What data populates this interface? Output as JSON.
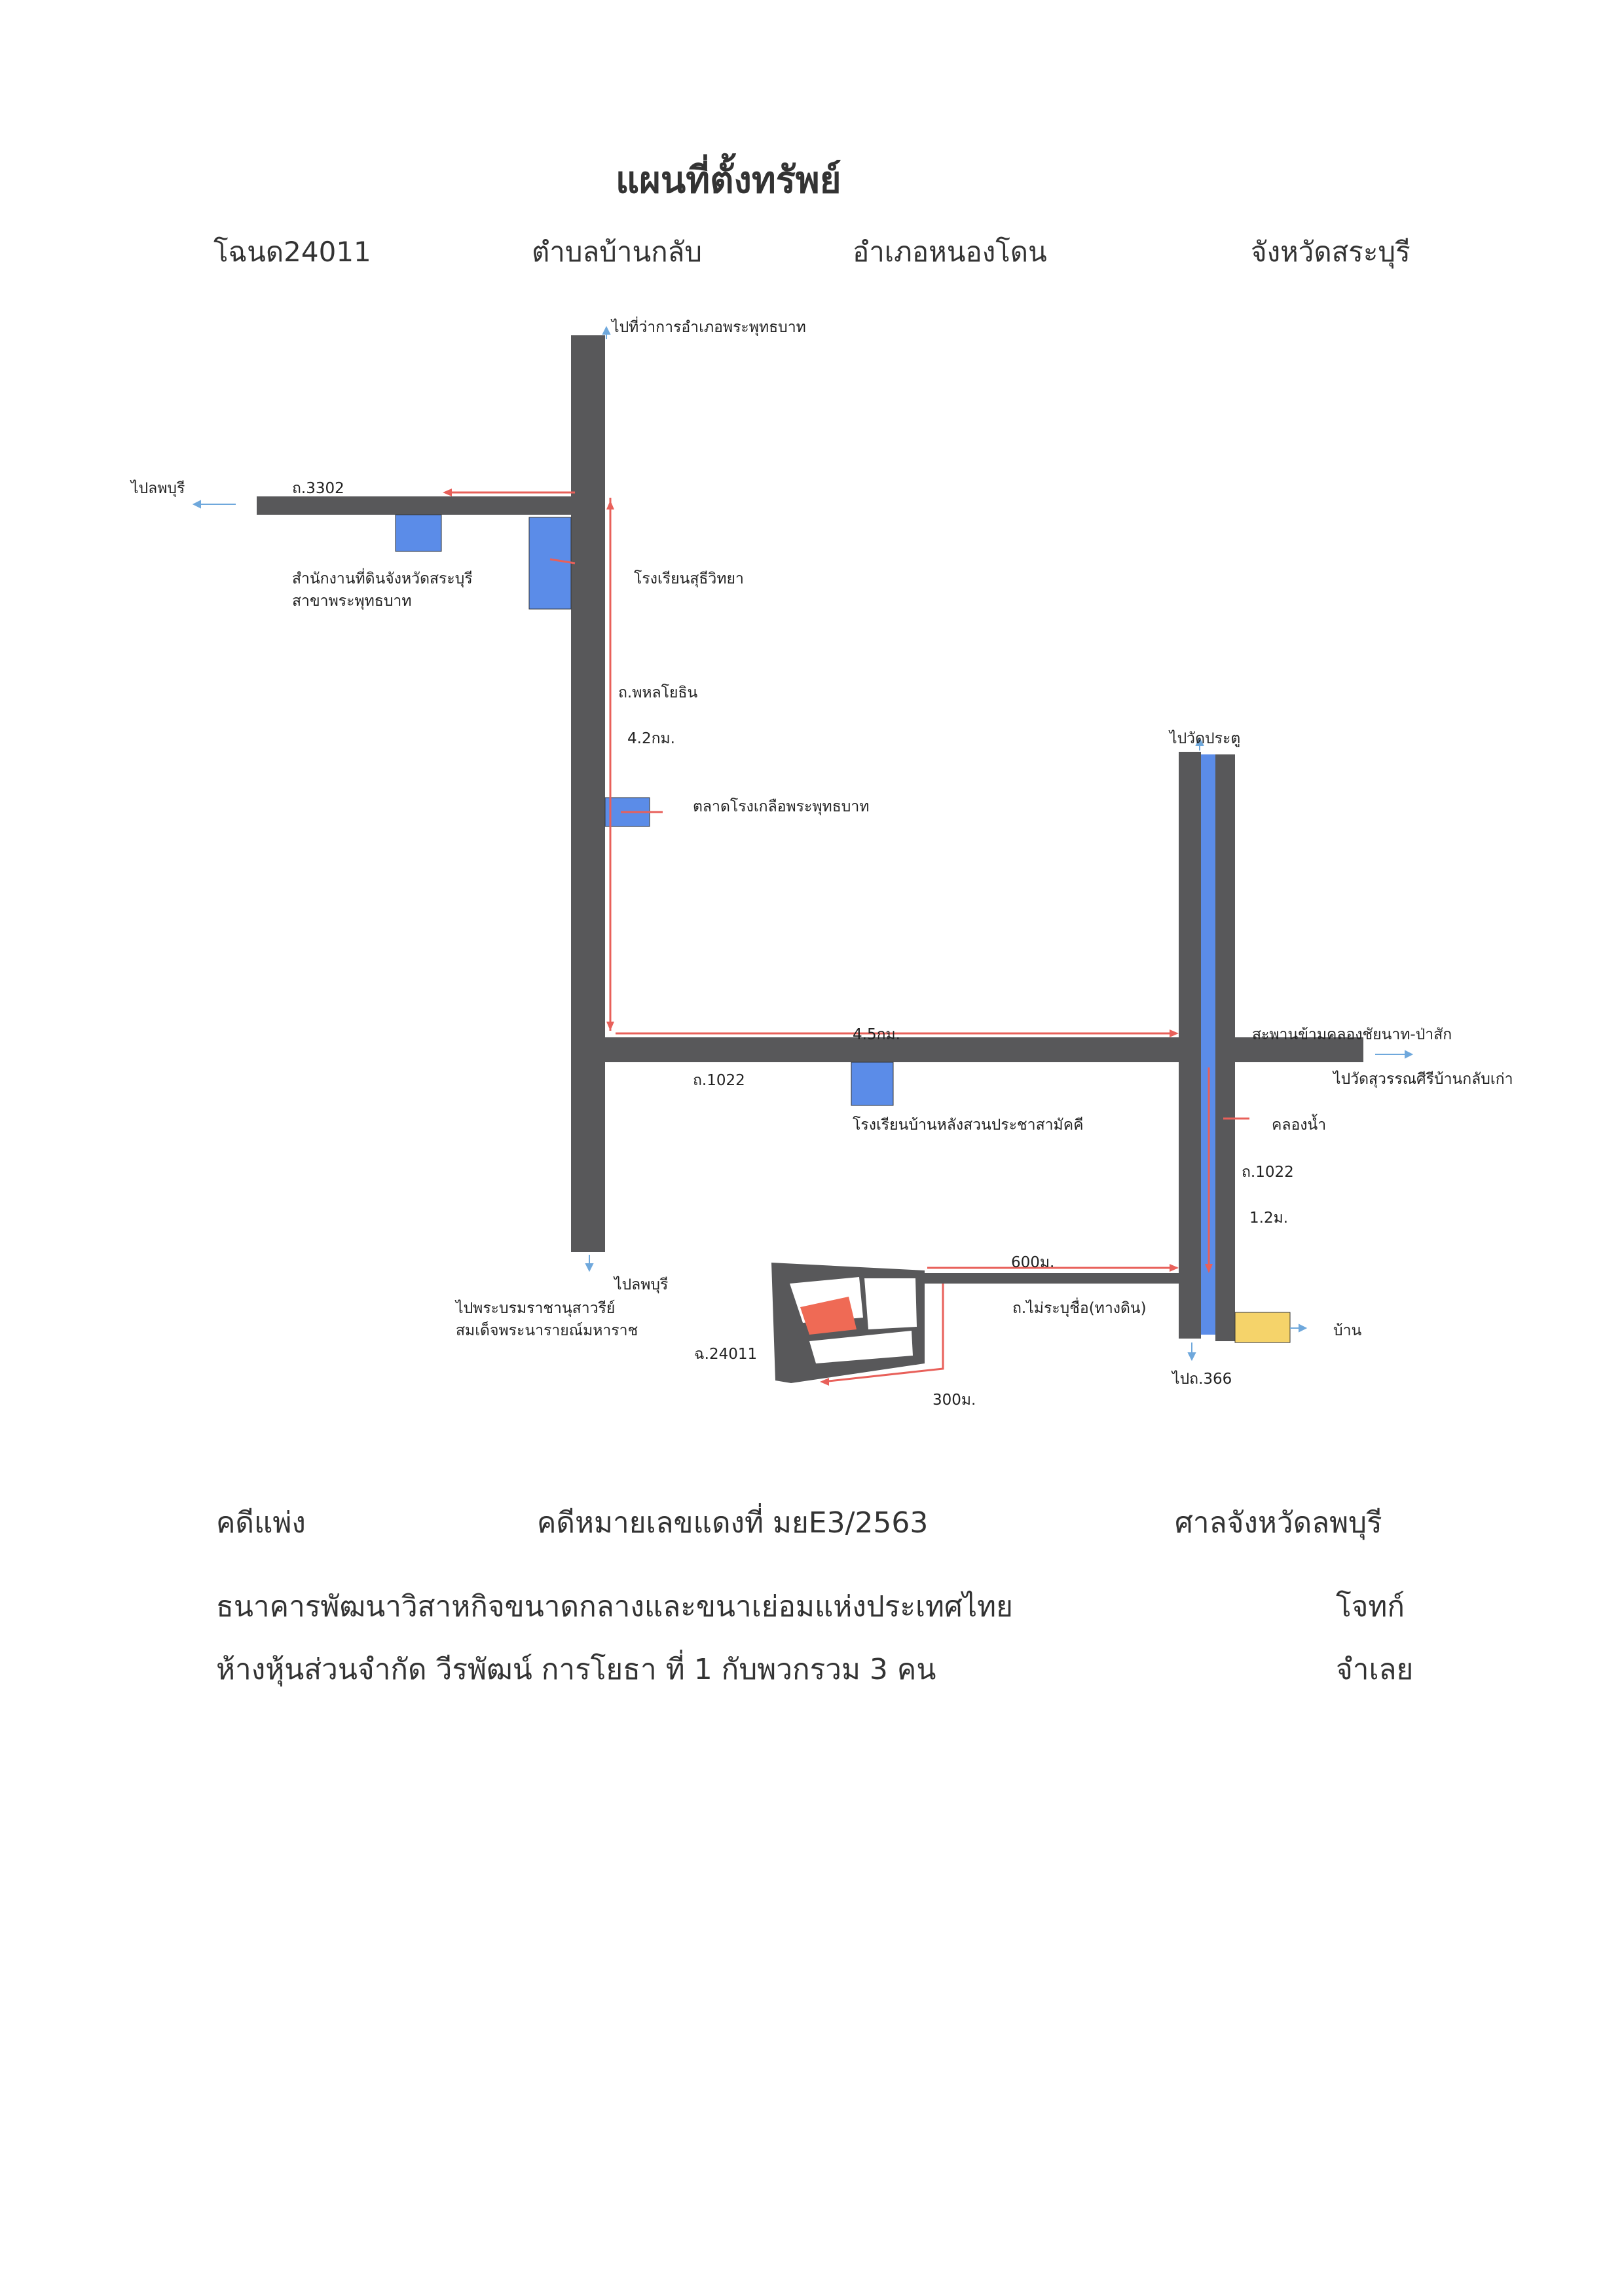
{
  "title": "แผนที่ตั้งทรัพย์",
  "header": {
    "deed": "โฉนด24011",
    "subdistrict": "ตำบลบ้านกลับ",
    "district": "อำเภอหนองโดน",
    "province": "จังหวัดสระบุรี"
  },
  "map": {
    "to_district_office": "ไปที่ว่าการอำเภอพระพุทธบาท",
    "to_lopburi_west": "ไปลพบุรี",
    "road_3302": "ถ.3302",
    "land_office": "สำนักงานที่ดินจังหวัดสระบุรี",
    "land_office_branch": "สาขาพระพุทธบาท",
    "school_suthi": "โรงเรียนสุธีวิทยา",
    "road_phahonyothin": "ถ.พหลโยธิน",
    "dist_42km": "4.2กม.",
    "salt_market": "ตลาดโรงเกลือพระพุทธบาท",
    "to_wat_pratu": "ไปวัดประตู",
    "dist_45km": "4.5กม.",
    "bridge": "สะพานข้ามคลองชัยนาท-ป่าสัก",
    "to_wat_suwan": "ไปวัดสุวรรณศีรีบ้านกลับเก่า",
    "road_1022_h": "ถ.1022",
    "school_ban_lang": "โรงเรียนบ้านหลังสวนประชาสามัคคี",
    "canal": "คลองน้ำ",
    "road_1022_v": "ถ.1022",
    "dist_12m": "1.2ม.",
    "to_lopburi_south": "ไปลพบุรี",
    "to_monument_1": "ไปพระบรมราชานุสาวรีย์",
    "to_monument_2": "สมเด็จพระนารายณ์มหาราช",
    "dist_600m": "600ม.",
    "unnamed_road": "ถ.ไม่ระบุชื่อ(ทางดิน)",
    "house": "บ้าน",
    "to_road_366": "ไปถ.366",
    "deed_label": "ฉ.24011",
    "dist_300m": "300ม."
  },
  "footer": {
    "case_type": "คดีแพ่ง",
    "case_number": "คดีหมายเลขแดงที่ มยE3/2563",
    "court": "ศาลจังหวัดลพบุรี",
    "plaintiff": "ธนาคารพัฒนาวิสาหกิจขนาดกลางและขนาเย่อมแห่งประเทศไทย",
    "plaintiff_role": "โจทก์",
    "defendant": "ห้างหุ้นส่วนจำกัด วีรพัฒน์ การโยธา ที่ 1 กับพวกรวม 3 คน",
    "defendant_role": "จำเลย"
  },
  "colors": {
    "road": "#58585a",
    "building": "#5b8ce8",
    "canal": "#5b8ce8",
    "route": "#e8605a",
    "plot": "#ef6a55",
    "house": "#f5d36a",
    "direction_arrow": "#6fa8dc"
  }
}
